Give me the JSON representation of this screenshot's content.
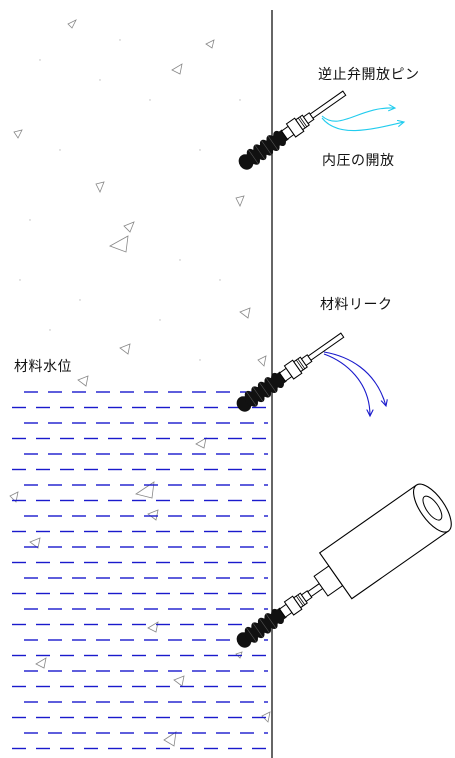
{
  "labels": {
    "check_valve_pin": "逆止弁開放ピン",
    "internal_pressure": "内圧の開放",
    "material_leak": "材料リーク",
    "material_level": "材料水位"
  },
  "colors": {
    "water_dash": "#1a1acc",
    "pressure_arrow": "#22ccee",
    "leak_arrow": "#1a1acc",
    "wall": "#000000",
    "aggregate": "#888888"
  },
  "components": [
    "wall",
    "concrete-aggregate",
    "water-level-dashes",
    "injection-packer-top",
    "injection-packer-middle",
    "injection-packer-bottom",
    "grout-pipe-cartridge",
    "pressure-release-arrows",
    "leak-arrows"
  ]
}
